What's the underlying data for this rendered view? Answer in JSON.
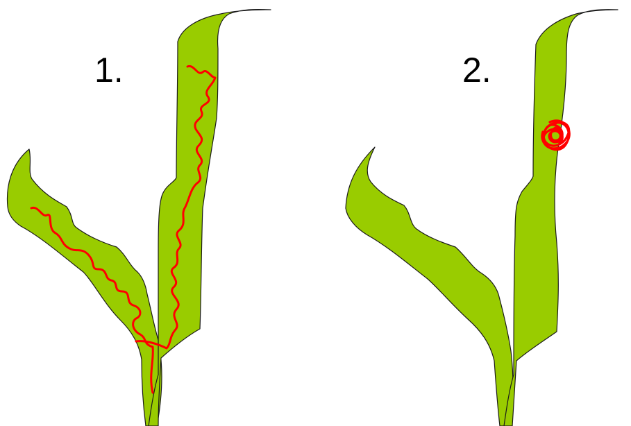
{
  "panels": [
    {
      "label": "1.",
      "pattern": "wavy-streak"
    },
    {
      "label": "2.",
      "pattern": "circular-spot"
    }
  ],
  "colors": {
    "leaf_fill": "#99cc00",
    "leaf_stroke": "#1a1a1a",
    "lesion": "#ff0000",
    "background": "#ffffff"
  }
}
